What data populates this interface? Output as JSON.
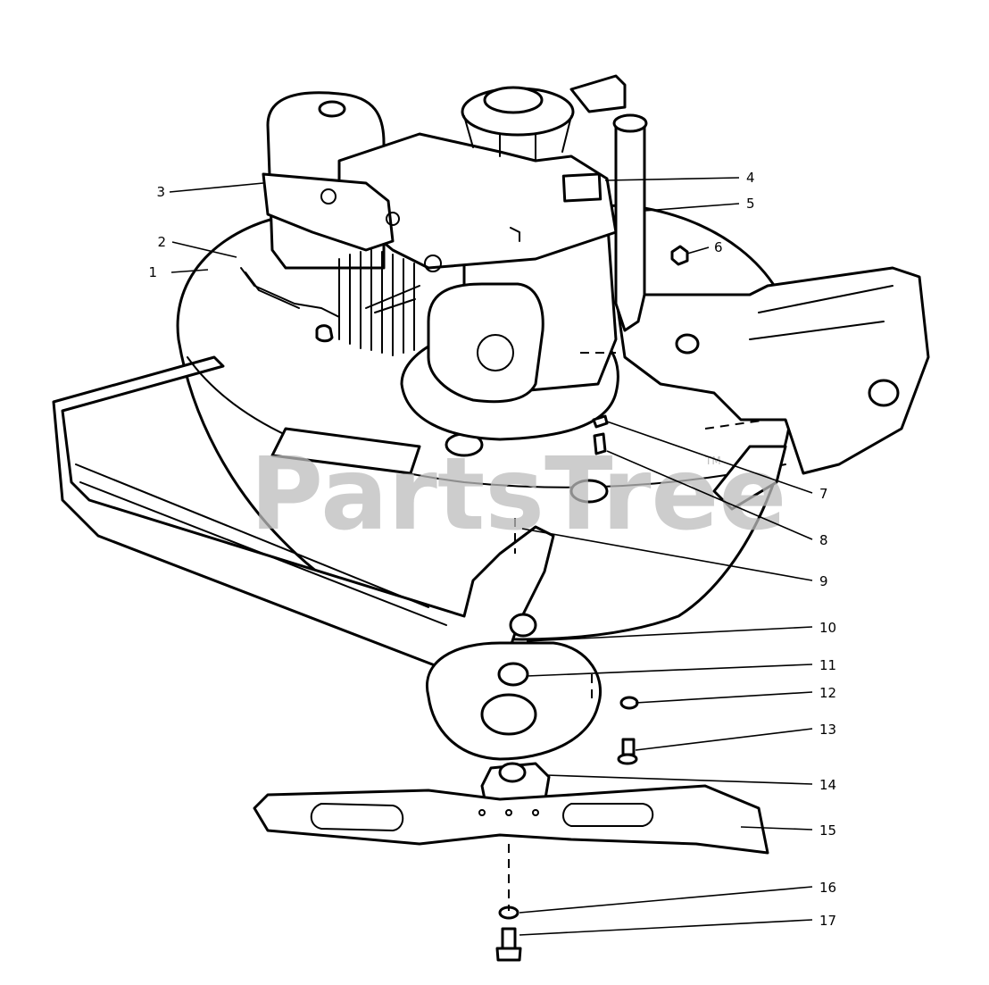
{
  "watermark": {
    "text": "PartsTree",
    "trademark": "TM"
  },
  "callouts": [
    {
      "n": "1"
    },
    {
      "n": "2"
    },
    {
      "n": "3"
    },
    {
      "n": "4"
    },
    {
      "n": "5"
    },
    {
      "n": "6"
    },
    {
      "n": "7"
    },
    {
      "n": "8"
    },
    {
      "n": "9"
    },
    {
      "n": "10"
    },
    {
      "n": "11"
    },
    {
      "n": "12"
    },
    {
      "n": "13"
    },
    {
      "n": "14"
    },
    {
      "n": "15"
    },
    {
      "n": "16"
    },
    {
      "n": "17"
    }
  ]
}
